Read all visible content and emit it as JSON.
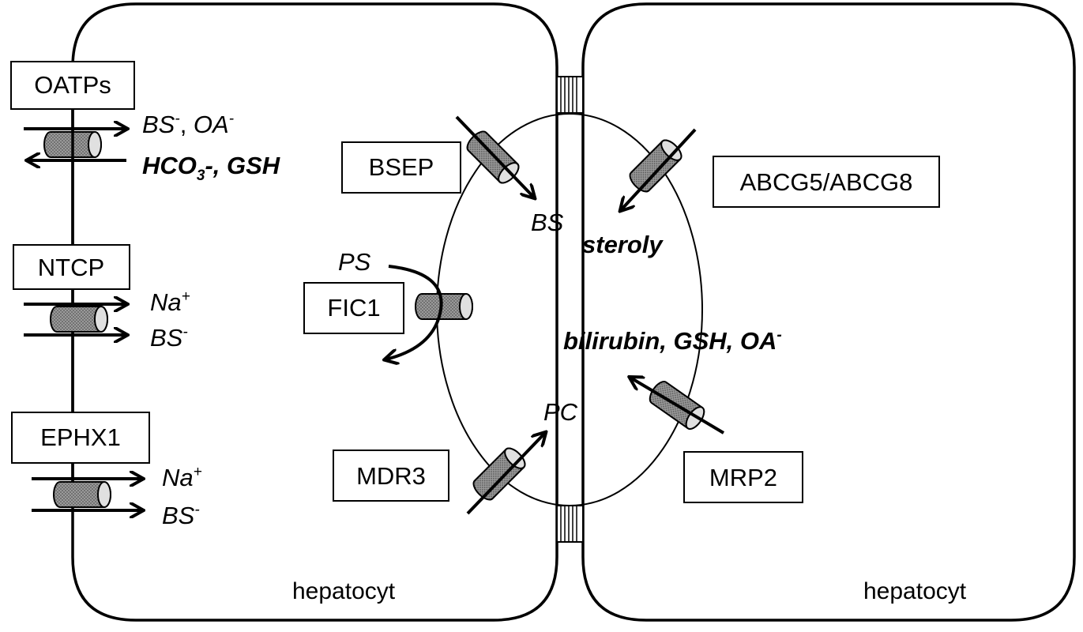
{
  "transporters": {
    "oatps": "OATPs",
    "ntcp": "NTCP",
    "ephx1": "EPHX1",
    "bsep": "BSEP",
    "abcg5_abcg8": "ABCG5/ABCG8",
    "fic1": "FIC1",
    "mdr3": "MDR3",
    "mrp2": "MRP2"
  },
  "substrates": {
    "oatps_in_bs": "BS",
    "oatps_in_bs_charge": "-",
    "oatps_in_sep": ", ",
    "oatps_in_oa": "OA",
    "oatps_in_oa_charge": "-",
    "oatps_out_hco": "HCO",
    "oatps_out_sub": "3",
    "oatps_out_rest": "-, GSH",
    "ntcp_na": "Na",
    "ntcp_na_charge": "+",
    "ntcp_bs": "BS",
    "ntcp_bs_charge": "-",
    "ephx1_na": "Na",
    "ephx1_na_charge": "+",
    "ephx1_bs": "BS",
    "ephx1_bs_charge": "-",
    "canal_bs": "BS",
    "canal_steroly": "steroly",
    "fic1_ps": "PS",
    "canal_bilirubin": "bilirubin, GSH, OA",
    "canal_bilirubin_charge": "-",
    "canal_pc": "PC"
  },
  "cells": {
    "left": "hepatocyt",
    "right": "hepatocyt"
  }
}
